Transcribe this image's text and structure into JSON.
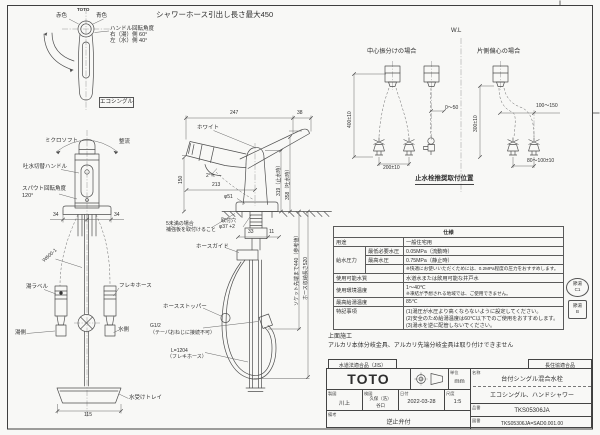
{
  "sheet_title": "シャワーホース引出し長さ最大450",
  "top_view": {
    "logo": "TOTO",
    "red": "赤色",
    "blue": "青色",
    "angle1": "ハンドル回転角度",
    "angle2": "右（湯）側 60°",
    "angle3": "左（水）側 40°",
    "eco_badge": "エコシングル"
  },
  "front_view": {
    "mode_left": "ミクロソフト",
    "mode_right": "整流",
    "switch_handle": "吐水切替ハンドル",
    "spout_angle1": "スパウト回転角度",
    "spout_angle2": "120°",
    "dim34a": "34",
    "dim34b": "34"
  },
  "supply_view": {
    "tag": "W600-1",
    "hot_label": "湯ラベル",
    "flex_hose": "フレキホース",
    "hot_side": "湯側",
    "cold_side": "水側",
    "tray": "水受けトレイ",
    "dim115": "115"
  },
  "side_view": {
    "dim247": "247",
    "dim38": "38",
    "white": "ホワイト",
    "angle_note": "2°≒",
    "dim150": "150",
    "dim213": "213",
    "phi51": "φ51",
    "hole1": "取付穴",
    "hole2": "φ37 +2",
    "note1": "5未満の場合",
    "note2": "補強板を取付けること",
    "dim33": "33",
    "dim11": "11",
    "hose_guide": "ホースガイド",
    "hose_stopper": "ホースストッパー",
    "g12": "G1/2",
    "g12_note": "（テーパおねじに接続不可）",
    "hose_len": "L=1204",
    "hose_len_note": "（フレキホース）",
    "dim_v_inner": "319（止水時）",
    "dim_v_outer": "358（吐水時）",
    "dim_socket": "ソケット先端まで440（参考値）",
    "dim_storage": "ホース収納長さ520"
  },
  "valve_diagram": {
    "wl": "W.L",
    "left_title": "中心振分けの場合",
    "right_title": "片側偏心の場合",
    "dim400": "400±10",
    "dim0_50": "0～50",
    "dim200": "200±10",
    "dim300": "300±10",
    "dim100_150": "100～150",
    "dim80_100": "80～100±10",
    "caption": "止水栓推奨取付位置"
  },
  "spec_table": {
    "title": "仕様",
    "r1l": "用途",
    "r1v": "一般住宅用",
    "r2l": "給水圧力",
    "r2s1": "最低必要水圧",
    "r2v1": "0.05MPa（流動時）",
    "r2s2": "最高水圧",
    "r2v2": "0.75MPa（静止時）",
    "r2note": "※快適にお使いいただくためには、0.2MPa程度の圧力をおすすめします。",
    "r3l": "使用可能水質",
    "r3v": "水道水または飲用可能な井戸水",
    "r4l": "使用環境温度",
    "r4v1": "1～40℃",
    "r4v2": "※凍結が予想される地域では、ご使用できません。",
    "r5l": "最高給湯温度",
    "r5v": "85℃",
    "r6l": "特記事項",
    "r6v1": "(1)湯圧が水圧より高くならないように設定してください。",
    "r6v2": "(2)安全のため給湯温度は60℃以下でのご使用をおすすめします。",
    "r6v3": "(3)湯水を逆に配管しないでください。"
  },
  "stamps": {
    "c1_top": "節湯",
    "c1": "C1",
    "b_top": "節湯",
    "b": "B"
  },
  "notes": {
    "line1": "上面施工",
    "line2": "アルカリ本体分岐金具、アルカリ先端分岐金具は取り付けできません"
  },
  "title_block": {
    "jis": "水道法適合品（JIS）",
    "choju": "長住協適合品",
    "logo": "TOTO",
    "unit_label": "単位",
    "unit": "mm",
    "name_label": "名称",
    "name1": "台付シングル混合水栓",
    "name2": "エコシングル、ハンドシャワー",
    "drafter_label": "製図",
    "drafter": "川上",
    "checker_label": "検図",
    "checker1": "久保（浩）",
    "checker2": "谷口",
    "date_label": "日付",
    "date": "2022-03-28",
    "scale_label": "尺度",
    "scale": "1:5",
    "part_label": "品番",
    "part": "TKS05306JA",
    "dwg_label": "図番",
    "dwg": "TKS05306JA=SAD0.001.00",
    "remarks_label": "備考",
    "remarks": "逆止弁付"
  }
}
